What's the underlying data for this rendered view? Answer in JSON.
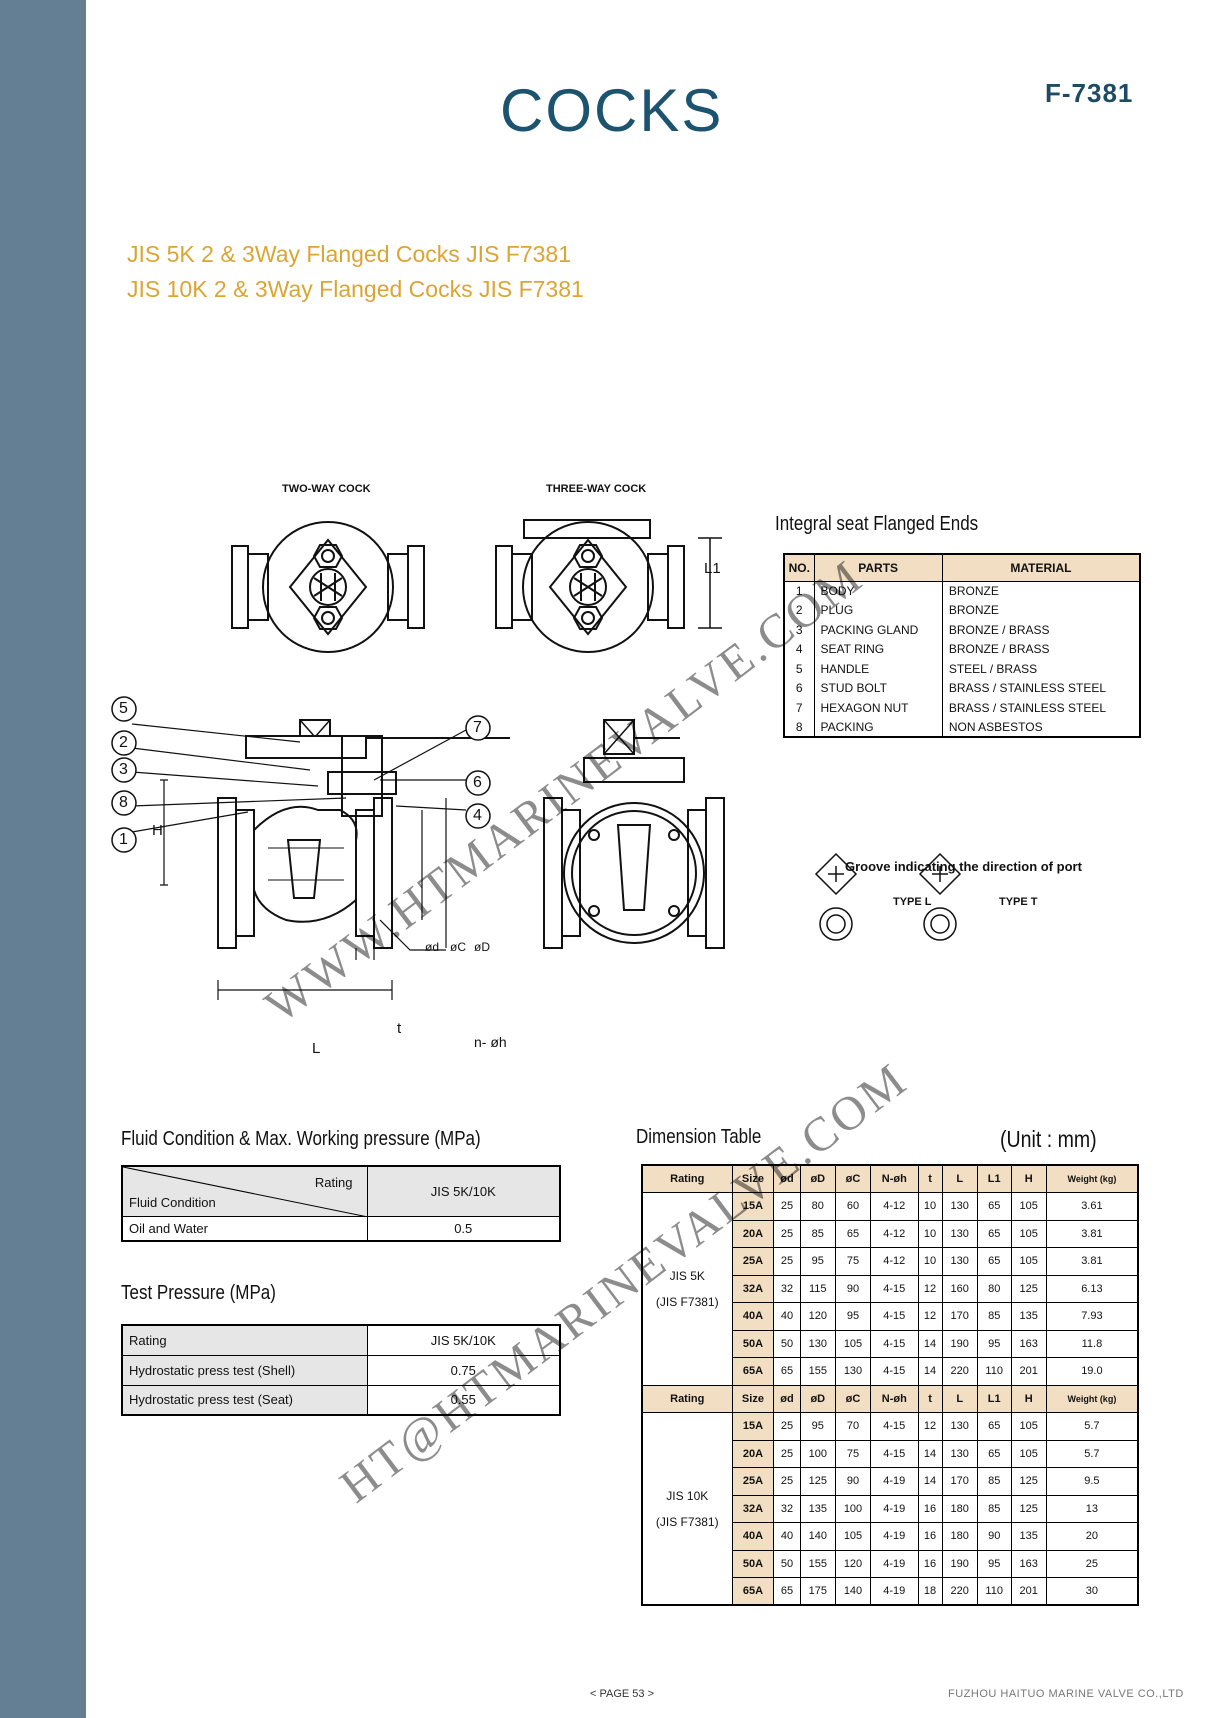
{
  "header": {
    "title": "COCKS",
    "code": "F-7381",
    "subtitle_1": "JIS 5K 2 & 3Way Flanged Cocks   JIS F7381",
    "subtitle_2": "JIS 10K 2 & 3Way Flanged Cocks JIS F7381"
  },
  "drawing": {
    "two_way_label": "TWO-WAY COCK",
    "three_way_label": "THREE-WAY COCK",
    "groove_label": "Groove indicating the direction of port",
    "type_l": "TYPE L",
    "type_t": "TYPE T",
    "dims": {
      "L1": "L1",
      "H": "H",
      "L": "L",
      "t": "t",
      "nh": "n- øh",
      "d": "ød",
      "C": "øC",
      "D": "øD"
    },
    "callouts": [
      "5",
      "2",
      "3",
      "8",
      "1",
      "7",
      "6",
      "4"
    ]
  },
  "parts": {
    "heading": "Integral seat Flanged Ends",
    "headers": [
      "NO.",
      "PARTS",
      "MATERIAL"
    ],
    "rows": [
      [
        "1",
        "BODY",
        "BRONZE"
      ],
      [
        "2",
        "PLUG",
        "BRONZE"
      ],
      [
        "3",
        "PACKING GLAND",
        "BRONZE / BRASS"
      ],
      [
        "4",
        "SEAT RING",
        "BRONZE / BRASS"
      ],
      [
        "5",
        "HANDLE",
        "STEEL / BRASS"
      ],
      [
        "6",
        "STUD BOLT",
        "BRASS / STAINLESS STEEL"
      ],
      [
        "7",
        "HEXAGON NUT",
        "BRASS / STAINLESS STEEL"
      ],
      [
        "8",
        "PACKING",
        "NON ASBESTOS"
      ]
    ]
  },
  "working_pressure": {
    "heading": "Fluid Condition & Max. Working pressure (MPa)",
    "rating_label": "Rating",
    "fluid_label": "Fluid Condition",
    "column": "JIS 5K/10K",
    "row_label": "Oil and Water",
    "row_value": "0.5"
  },
  "test_pressure": {
    "heading": "Test Pressure (MPa)",
    "rows": [
      [
        "Rating",
        "JIS 5K/10K"
      ],
      [
        "Hydrostatic press test (Shell)",
        "0.75"
      ],
      [
        "Hydrostatic press test (Seat)",
        "0.55"
      ]
    ]
  },
  "dimension": {
    "heading": "Dimension Table",
    "unit": "(Unit : mm)",
    "headers": [
      "Rating",
      "Size",
      "ød",
      "øD",
      "øC",
      "N-øh",
      "t",
      "L",
      "L1",
      "H",
      "Weight (kg)"
    ],
    "groups": [
      {
        "name": "JIS 5K",
        "standard": "(JIS F7381)",
        "rows": [
          [
            "15A",
            "25",
            "80",
            "60",
            "4-12",
            "10",
            "130",
            "65",
            "105",
            "3.61"
          ],
          [
            "20A",
            "25",
            "85",
            "65",
            "4-12",
            "10",
            "130",
            "65",
            "105",
            "3.81"
          ],
          [
            "25A",
            "25",
            "95",
            "75",
            "4-12",
            "10",
            "130",
            "65",
            "105",
            "3.81"
          ],
          [
            "32A",
            "32",
            "115",
            "90",
            "4-15",
            "12",
            "160",
            "80",
            "125",
            "6.13"
          ],
          [
            "40A",
            "40",
            "120",
            "95",
            "4-15",
            "12",
            "170",
            "85",
            "135",
            "7.93"
          ],
          [
            "50A",
            "50",
            "130",
            "105",
            "4-15",
            "14",
            "190",
            "95",
            "163",
            "11.8"
          ],
          [
            "65A",
            "65",
            "155",
            "130",
            "4-15",
            "14",
            "220",
            "110",
            "201",
            "19.0"
          ]
        ]
      },
      {
        "name": "JIS 10K",
        "standard": "(JIS F7381)",
        "rows": [
          [
            "15A",
            "25",
            "95",
            "70",
            "4-15",
            "12",
            "130",
            "65",
            "105",
            "5.7"
          ],
          [
            "20A",
            "25",
            "100",
            "75",
            "4-15",
            "14",
            "130",
            "65",
            "105",
            "5.7"
          ],
          [
            "25A",
            "25",
            "125",
            "90",
            "4-19",
            "14",
            "170",
            "85",
            "125",
            "9.5"
          ],
          [
            "32A",
            "32",
            "135",
            "100",
            "4-19",
            "16",
            "180",
            "85",
            "125",
            "13"
          ],
          [
            "40A",
            "40",
            "140",
            "105",
            "4-19",
            "16",
            "180",
            "90",
            "135",
            "20"
          ],
          [
            "50A",
            "50",
            "155",
            "120",
            "4-19",
            "16",
            "190",
            "95",
            "163",
            "25"
          ],
          [
            "65A",
            "65",
            "175",
            "140",
            "4-19",
            "18",
            "220",
            "110",
            "201",
            "30"
          ]
        ]
      }
    ]
  },
  "footer": {
    "page": "< PAGE 53 >",
    "company": "FUZHOU HAITUO MARINE VALVE CO.,LTD"
  },
  "watermarks": [
    "WWW.HTMARINEVALVE.COM",
    "HT@HTMARINEVALVE.COM"
  ]
}
